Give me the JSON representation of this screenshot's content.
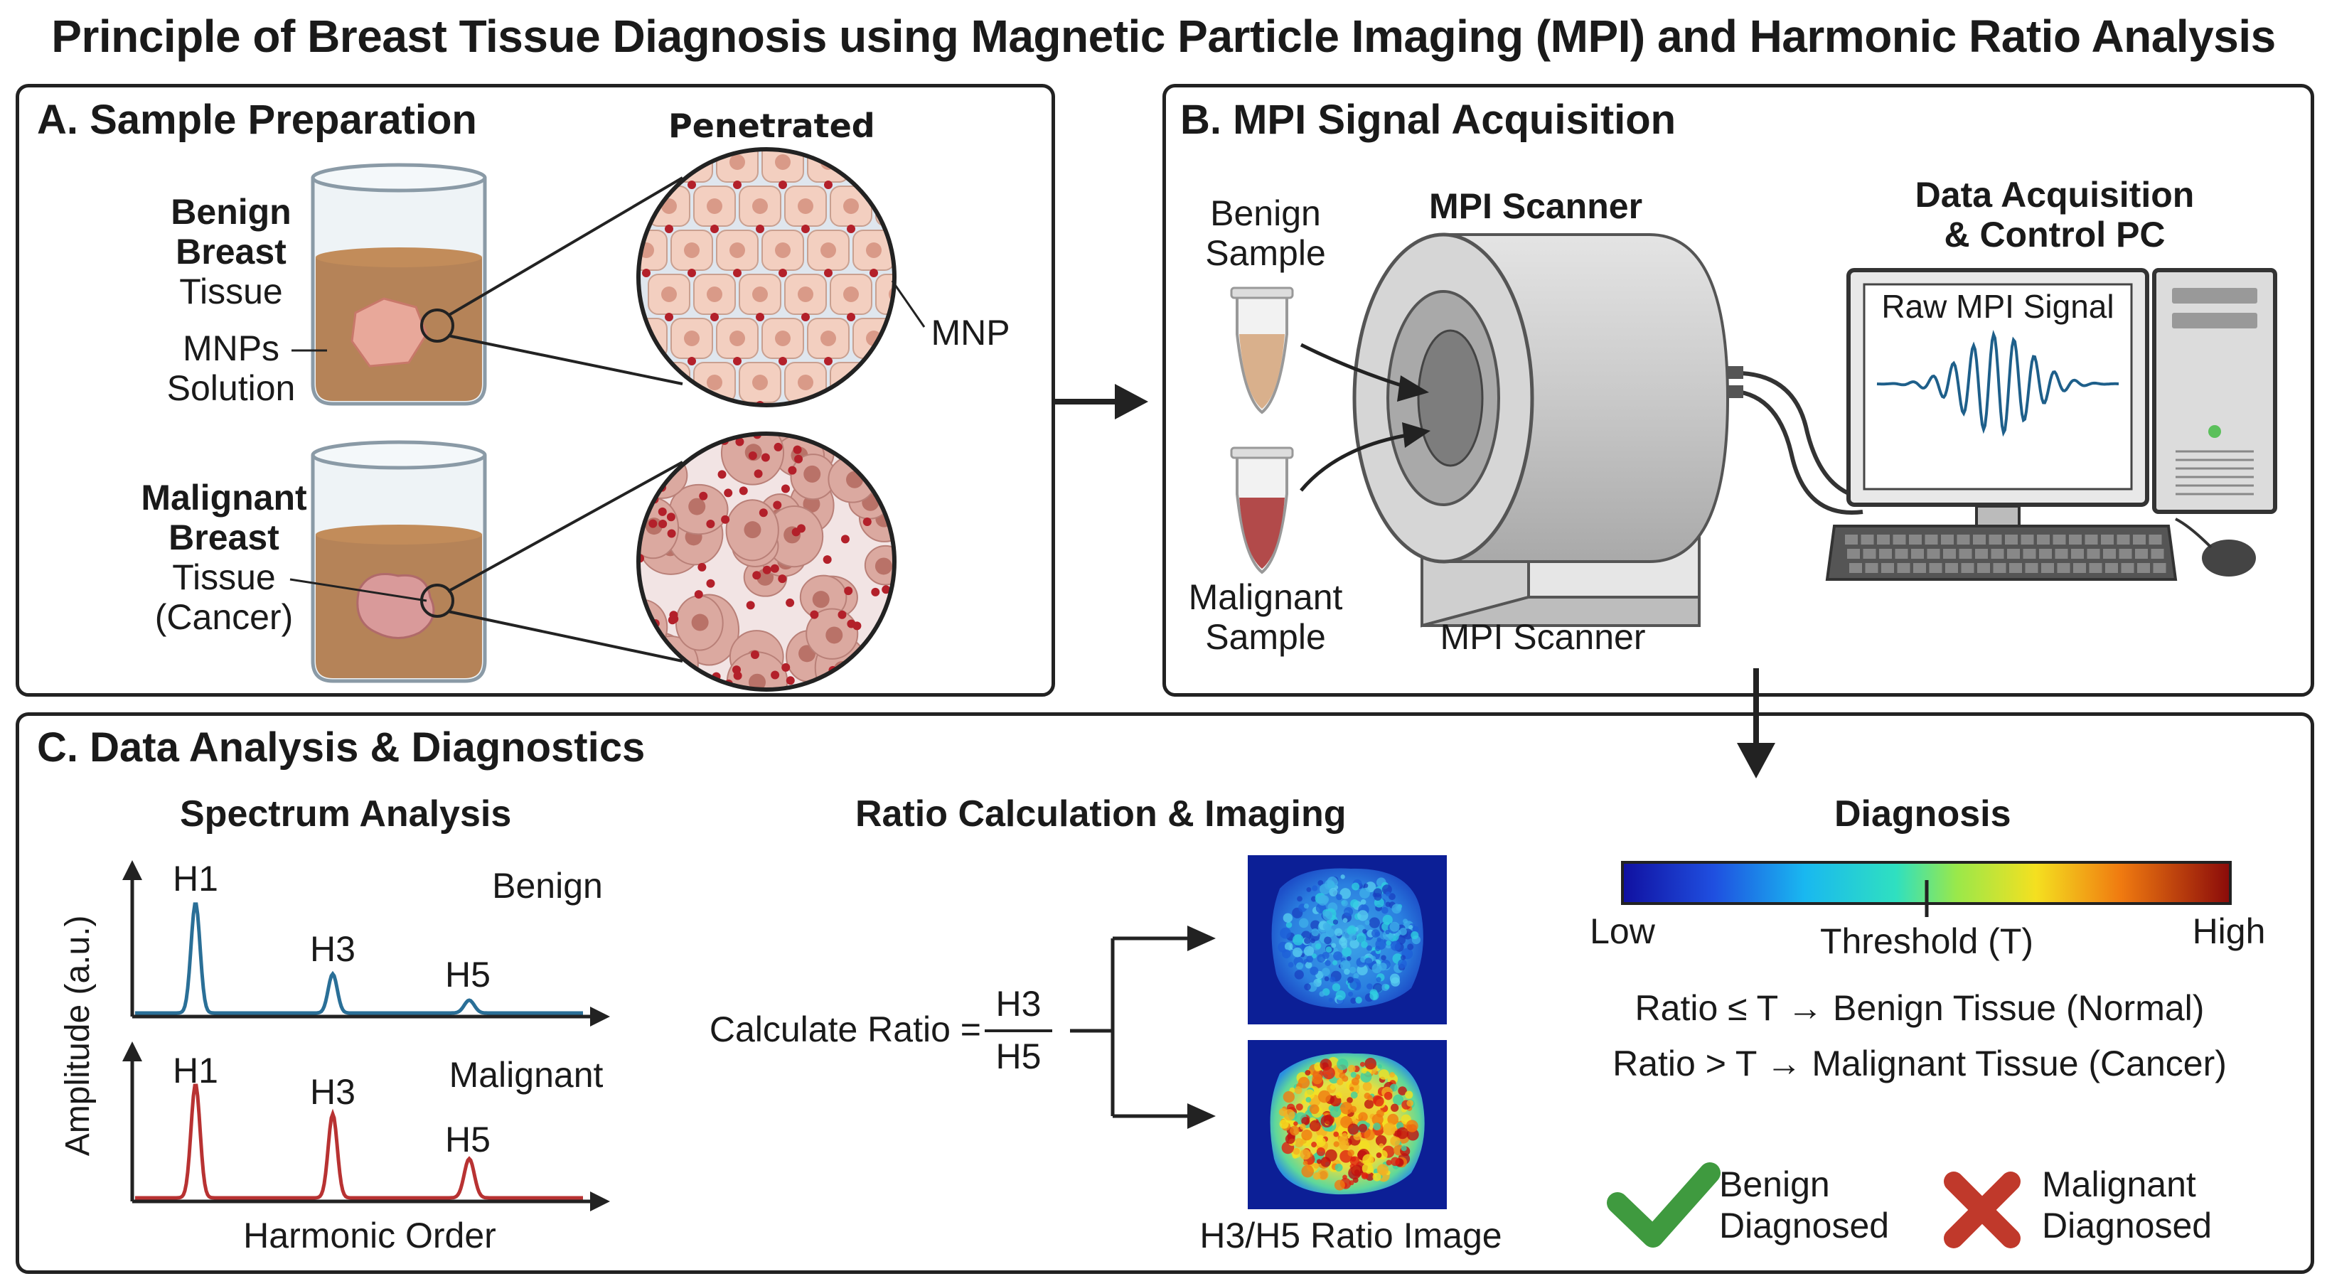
{
  "title": "Principle of Breast Tissue Diagnosis using Magnetic Particle Imaging (MPI) and Harmonic Ratio Analysis",
  "panel_a": {
    "title": "A. Sample Preparation",
    "penetrated": "Penetrated",
    "benign_line1": "Benign",
    "benign_line2": "Breast",
    "benign_line3": "Tissue",
    "mnps_line1": "MNPs",
    "mnps_line2": "Solution",
    "mnp": "MNP",
    "malignant_line1": "Malignant",
    "malignant_line2": "Breast",
    "malignant_line3": "Tissue",
    "malignant_line4": "(Cancer)"
  },
  "panel_b": {
    "title": "B. MPI Signal Acquisition",
    "benign_sample_line1": "Benign",
    "benign_sample_line2": "Sample",
    "malignant_sample_line1": "Malignant",
    "malignant_sample_line2": "Sample",
    "scanner_top": "MPI Scanner",
    "scanner_bottom": "MPI Scanner",
    "pc_line1": "Data Acquisition",
    "pc_line2": "& Control PC",
    "raw_signal": "Raw MPI Signal"
  },
  "panel_c": {
    "title": "C. Data Analysis & Diagnostics",
    "spectrum_title": "Spectrum Analysis",
    "ylabel": "Amplitude (a.u.)",
    "xlabel": "Harmonic Order",
    "benign_label": "Benign",
    "malignant_label": "Malignant",
    "h1": "H1",
    "h3": "H3",
    "h5": "H5",
    "ratio_title": "Ratio Calculation & Imaging",
    "calc_prefix": "Calculate Ratio =",
    "numerator": "H3",
    "denominator": "H5",
    "ratio_image_label": "H3/H5 Ratio Image",
    "diagnosis_title": "Diagnosis",
    "low": "Low",
    "threshold": "Threshold (T)",
    "high": "High",
    "rule1": "Ratio ≤ T → Benign Tissue (Normal)",
    "rule2": "Ratio > T → Malignant Tissue (Cancer)",
    "benign_diag_line1": "Benign",
    "benign_diag_line2": "Diagnosed",
    "malignant_diag_line1": "Malignant",
    "malignant_diag_line2": "Diagnosed"
  },
  "colors": {
    "benign_curve": "#2a6f97",
    "malignant_curve": "#b83232",
    "check": "#3f9a3f",
    "cross": "#c0392b",
    "mnp_dot": "#b3202a",
    "liquid": "#b07a4a"
  }
}
